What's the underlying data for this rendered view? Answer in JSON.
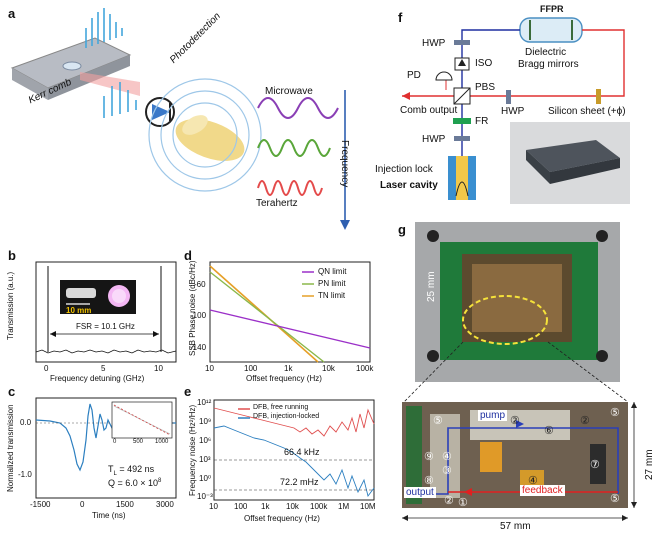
{
  "panels": {
    "a": {
      "letter": "a",
      "kerr_comb": "Kerr comb",
      "photodetection": "Photodetection",
      "microwave": "Microwave",
      "terahertz": "Terahertz",
      "frequency": "Frequency"
    },
    "b": {
      "letter": "b",
      "ylabel": "Transmission (a.u.)",
      "xlabel": "Frequency detuning (GHz)",
      "xticks": [
        "0",
        "5",
        "10"
      ],
      "fsr": "FSR = 10.1 GHz",
      "scale": "10 mm"
    },
    "c": {
      "letter": "c",
      "ylabel": "Normalized transmission",
      "xlabel": "Time (ns)",
      "xticks": [
        "-1500",
        "0",
        "1500",
        "3000"
      ],
      "yticks": [
        "0.0",
        "-1.0"
      ],
      "inset_xticks": [
        "0",
        "500",
        "1000"
      ],
      "tl": "T",
      "tl_sub": "L",
      "tl_val": " = 492 ns",
      "q": "Q = 6.0 × 10",
      "q_exp": "8"
    },
    "d": {
      "letter": "d",
      "ylabel": "SSB Phase noise (dBc/Hz)",
      "xlabel": "Offset frequency (Hz)",
      "yticks": [
        "-60",
        "-100",
        "-140"
      ],
      "xticks": [
        "10",
        "100",
        "1k",
        "10k",
        "100k"
      ],
      "legend": [
        "QN limit",
        "PN limit",
        "TN limit"
      ]
    },
    "e": {
      "letter": "e",
      "ylabel": "Frequency noise (Hz²/Hz)",
      "xlabel": "Offset frequency (Hz)",
      "yticks": [
        "10¹²",
        "10⁹",
        "10⁶",
        "10³",
        "10⁰",
        "10⁻³"
      ],
      "xticks": [
        "10",
        "100",
        "1k",
        "10k",
        "100k",
        "1M",
        "10M"
      ],
      "legend": [
        "DFB, free running",
        "DFB, injection-locked"
      ],
      "ann1": "66.4 kHz",
      "ann2": "72.2 mHz"
    },
    "f": {
      "letter": "f",
      "ffpr": "FFPR",
      "dielectric": "Dielectric",
      "bragg": "Bragg mirrors",
      "hwp1": "HWP",
      "iso": "ISO",
      "pd": "PD",
      "pbs": "PBS",
      "comb_output": "Comb output",
      "hwp2": "HWP",
      "silicon": "Silicon sheet (+ϕ)",
      "hwp3": "HWP",
      "fr": "FR",
      "injection": "Injection lock",
      "laser_cavity": "Laser cavity"
    },
    "g": {
      "letter": "g",
      "dim25": "25 mm",
      "dim27": "27 mm",
      "dim57": "57 mm",
      "pump": "pump",
      "output": "output",
      "feedback": "feedback",
      "markers": [
        "⑤",
        "②",
        "⑥",
        "②",
        "⑤",
        "④",
        "③",
        "⑧",
        "⑨",
        "⑦",
        "④",
        "⑤",
        "①",
        "②"
      ]
    }
  },
  "colors": {
    "qn": "#9b30c8",
    "pn": "#8ab84a",
    "tn": "#e6a028",
    "free": "#e05050",
    "locked": "#2c7fc0",
    "trace": "#2c7fc0"
  }
}
